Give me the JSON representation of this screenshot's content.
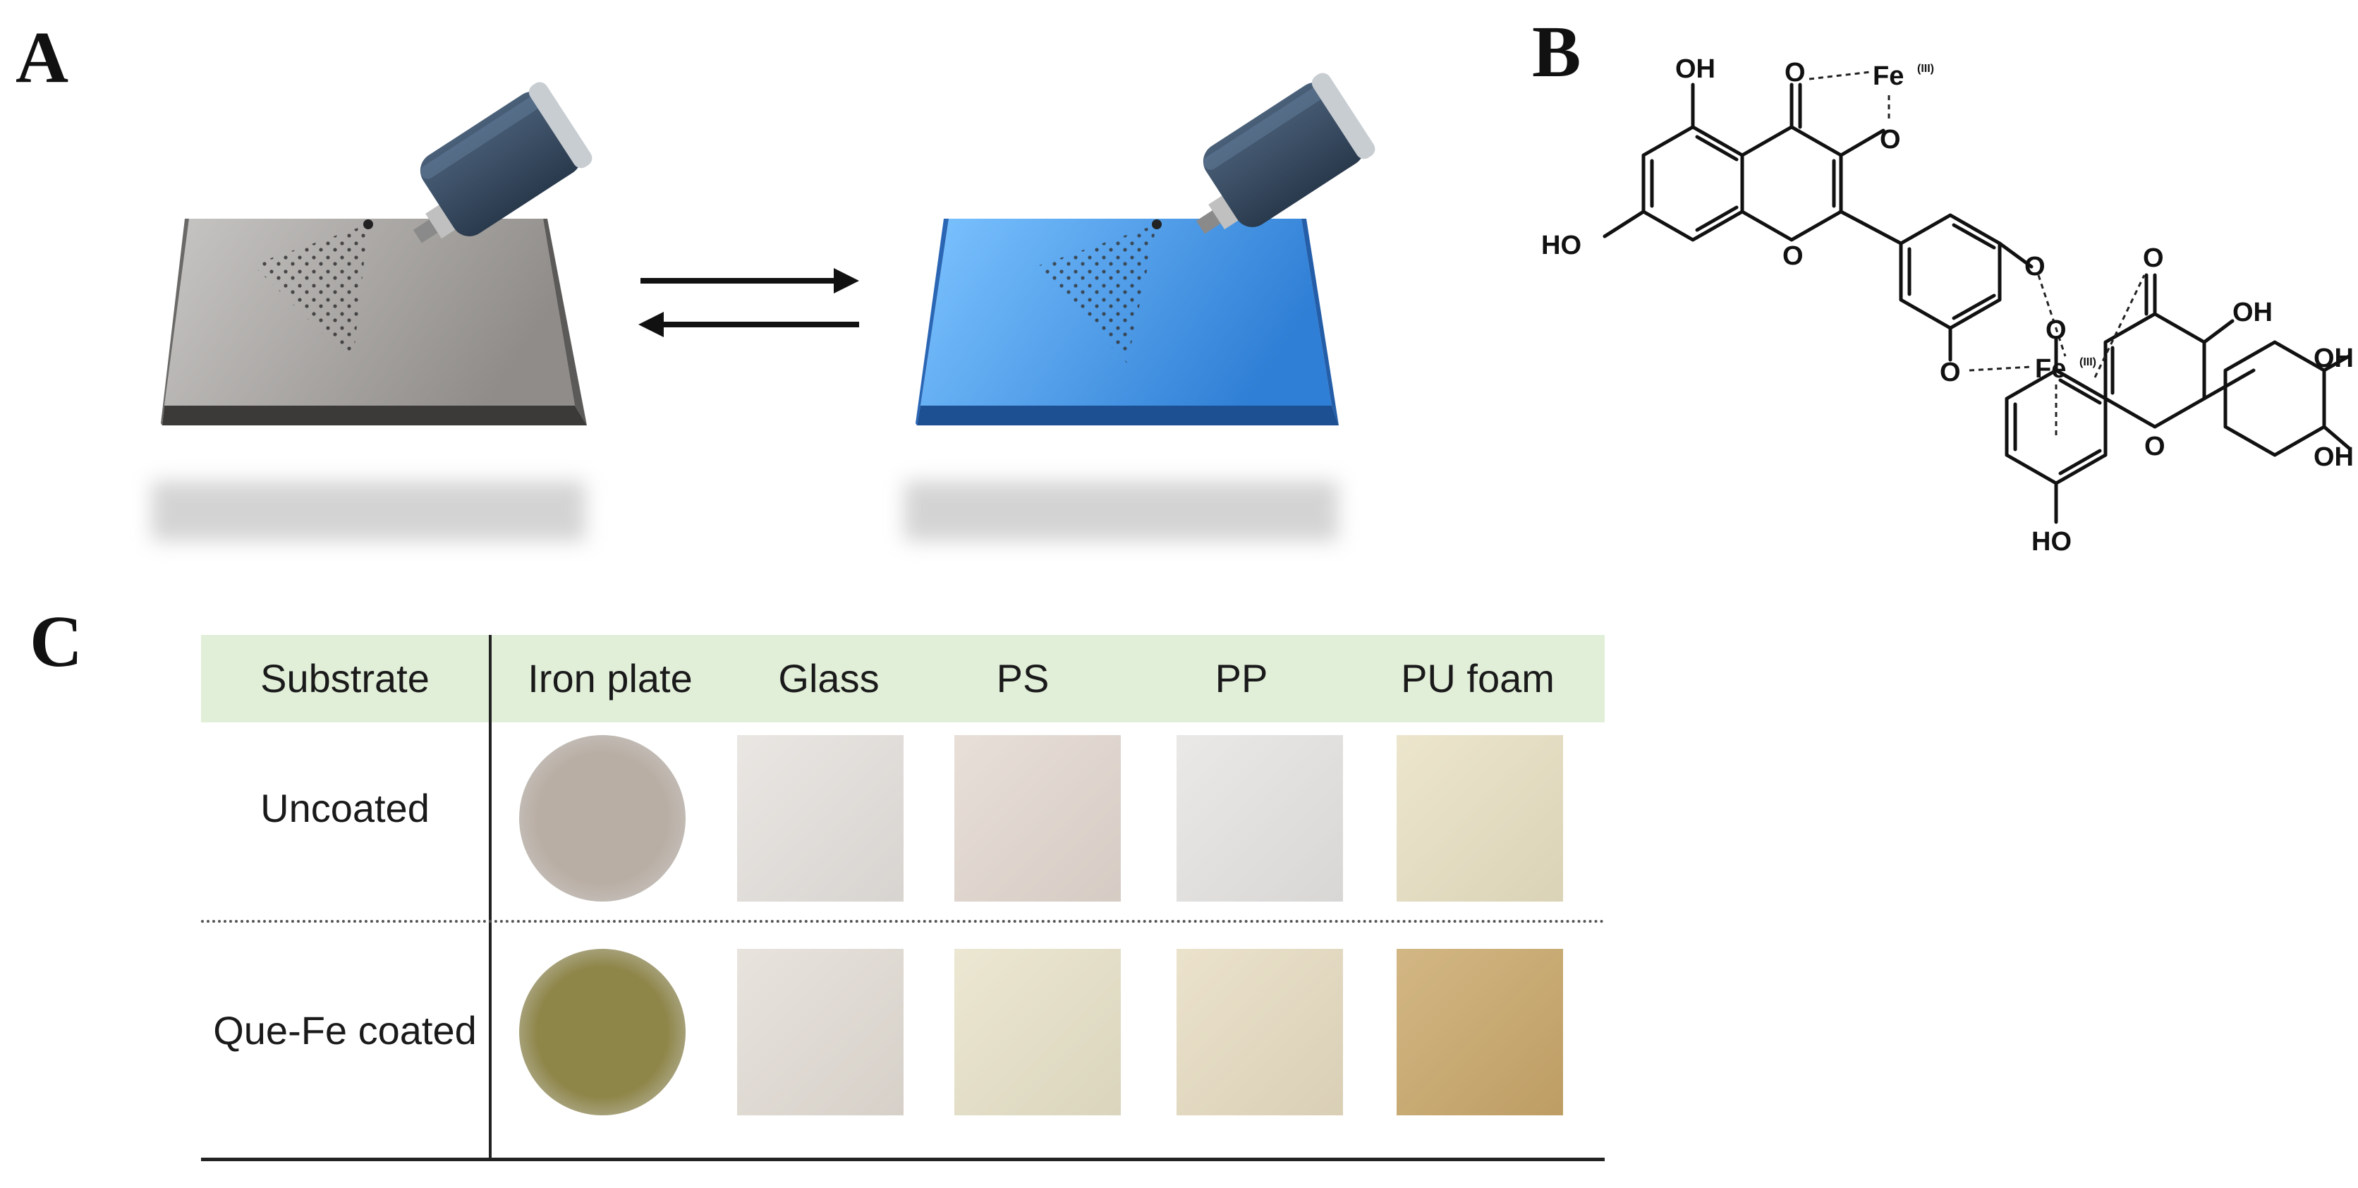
{
  "panels": {
    "a": "A",
    "b": "B",
    "c": "C"
  },
  "molecule": {
    "oh_top": "OH",
    "o_carbonyl_top": "O",
    "fe_top": "Fe",
    "fe_top_ox": "(III)",
    "o_top_right": "O",
    "ho_left": "HO",
    "o_ring_top": "O",
    "o_cat1": "O",
    "o_cat2": "O",
    "fe_mid": "Fe",
    "fe_mid_ox": "(III)",
    "o_carbonyl_bot": "O",
    "oh_bot3": "OH",
    "o_bot5": "O",
    "o_ring_bot": "O",
    "oh_right1": "OH",
    "oh_right2": "OH",
    "ho_bottom": "HO"
  },
  "table": {
    "headers": [
      "Substrate",
      "Iron plate",
      "Glass",
      "PS",
      "PP",
      "PU foam"
    ],
    "rows": [
      {
        "label": "Uncoated",
        "samples": [
          {
            "name": "iron-plate",
            "shape": "circle",
            "color": "#b9aea4"
          },
          {
            "name": "glass",
            "shape": "square",
            "color": "#e5e1dd"
          },
          {
            "name": "ps",
            "shape": "square",
            "color": "#e3d8d0"
          },
          {
            "name": "pp",
            "shape": "square",
            "color": "#e6e4e2"
          },
          {
            "name": "pu-foam",
            "shape": "square",
            "color": "#e8e0c2"
          }
        ]
      },
      {
        "label": "Que-Fe coated",
        "samples": [
          {
            "name": "iron-plate",
            "shape": "circle",
            "color": "#8e8548"
          },
          {
            "name": "glass",
            "shape": "square",
            "color": "#e3ddd5"
          },
          {
            "name": "ps",
            "shape": "square",
            "color": "#e8e2c8"
          },
          {
            "name": "pp",
            "shape": "square",
            "color": "#e7dcc1"
          },
          {
            "name": "pu-foam",
            "shape": "square",
            "color": "#c9a769"
          }
        ]
      }
    ]
  },
  "colors": {
    "header_band": "#e1efd9",
    "blue_plate": "#3d8fe0",
    "grey_plate": "#a9a6a3",
    "spray_can": "#33475e"
  }
}
